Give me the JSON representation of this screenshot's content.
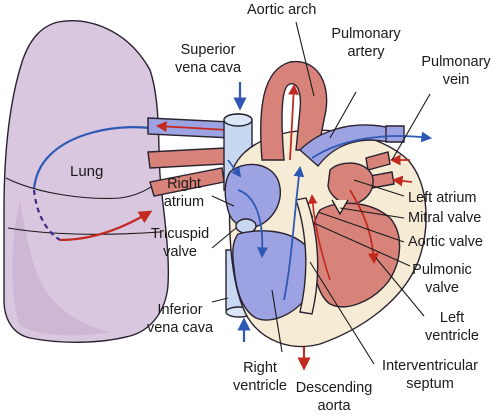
{
  "colors": {
    "lung": "#d9c6df",
    "lung_shade": "#c7aece",
    "oxygenated": "#d8837a",
    "oxygenated_dark": "#b7524a",
    "deoxygenated": "#9da3e2",
    "deoxygenated_dark": "#6c72c8",
    "vena_cava": "#c7d8f0",
    "septum_cream": "#f6ecd6",
    "arrow_blue": "#2d59b5",
    "arrow_red": "#c22a1f"
  },
  "labels": {
    "lung": "Lung",
    "aortic_arch": "Aortic arch",
    "superior_vena_cava": [
      "Superior",
      "vena cava"
    ],
    "pulmonary_artery": [
      "Pulmonary",
      "artery"
    ],
    "pulmonary_vein": [
      "Pulmonary",
      "vein"
    ],
    "right_atrium": [
      "Right",
      "atrium"
    ],
    "left_atrium": "Left atrium",
    "mitral_valve": "Mitral valve",
    "aortic_valve": "Aortic valve",
    "tricuspid_valve": [
      "Tricuspid",
      "valve"
    ],
    "pulmonic_valve": [
      "Pulmonic",
      "valve"
    ],
    "inferior_vena_cava": [
      "Inferior",
      "vena cava"
    ],
    "left_ventricle": [
      "Left",
      "ventricle"
    ],
    "right_ventricle": [
      "Right",
      "ventricle"
    ],
    "descending_aorta": [
      "Descending",
      "aorta"
    ],
    "interventricular_septum": [
      "Interventricular",
      "septum"
    ]
  }
}
